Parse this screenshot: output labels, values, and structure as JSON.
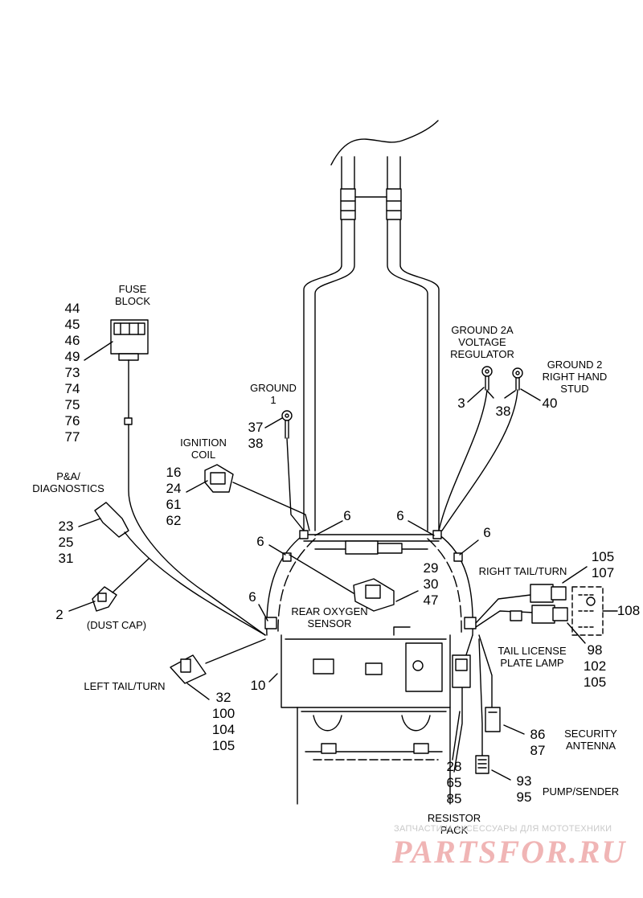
{
  "labels": {
    "fuse_block": [
      "FUSE",
      "BLOCK"
    ],
    "ground1": [
      "GROUND",
      "1"
    ],
    "ignition_coil": [
      "IGNITION",
      "COIL"
    ],
    "pa_diagnostics": [
      "P&A/",
      "DIAGNOSTICS"
    ],
    "dust_cap": "(DUST CAP)",
    "left_tail_turn": "LEFT TAIL/TURN",
    "rear_oxygen_sensor": [
      "REAR OXYGEN",
      "SENSOR"
    ],
    "ground2a": [
      "GROUND 2A",
      "VOLTAGE",
      "REGULATOR"
    ],
    "ground2": [
      "GROUND 2",
      "RIGHT HAND",
      "STUD"
    ],
    "right_tail_turn": "RIGHT TAIL/TURN",
    "tail_license": [
      "TAIL LICENSE",
      "PLATE LAMP"
    ],
    "security_antenna": [
      "SECURITY",
      "ANTENNA"
    ],
    "pump_sender": "PUMP/SENDER",
    "resistor_pack": [
      "RESISTOR",
      "PACK"
    ]
  },
  "numbers": {
    "fuse_block": [
      "44",
      "45",
      "46",
      "49",
      "73",
      "74",
      "75",
      "76",
      "77"
    ],
    "ground1": [
      "37",
      "38"
    ],
    "ignition_coil": [
      "16",
      "24",
      "61",
      "62"
    ],
    "pa_diagnostics": [
      "23",
      "25",
      "31"
    ],
    "dust_cap": "2",
    "left_tail_turn": [
      "32",
      "100",
      "104",
      "105"
    ],
    "ten": "10",
    "six_a": "6",
    "six_b": "6",
    "six_c": "6",
    "six_d": "6",
    "six_e": "6",
    "rear_oxygen": [
      "29",
      "30",
      "47"
    ],
    "three": "3",
    "thirty_eight": "38",
    "forty": "40",
    "right_tail": [
      "105",
      "107"
    ],
    "one_oh_eight": "108",
    "tail_license": [
      "98",
      "102",
      "105"
    ],
    "security": [
      "86",
      "87"
    ],
    "pump": [
      "93",
      "95"
    ],
    "resistor": [
      "28",
      "65",
      "85"
    ]
  },
  "watermark": {
    "line1": "ЗАПЧАСТИ И АКСЕССУАРЫ ДЛЯ МОТОТЕХНИКИ",
    "line2": "PARTSFOR.RU"
  }
}
